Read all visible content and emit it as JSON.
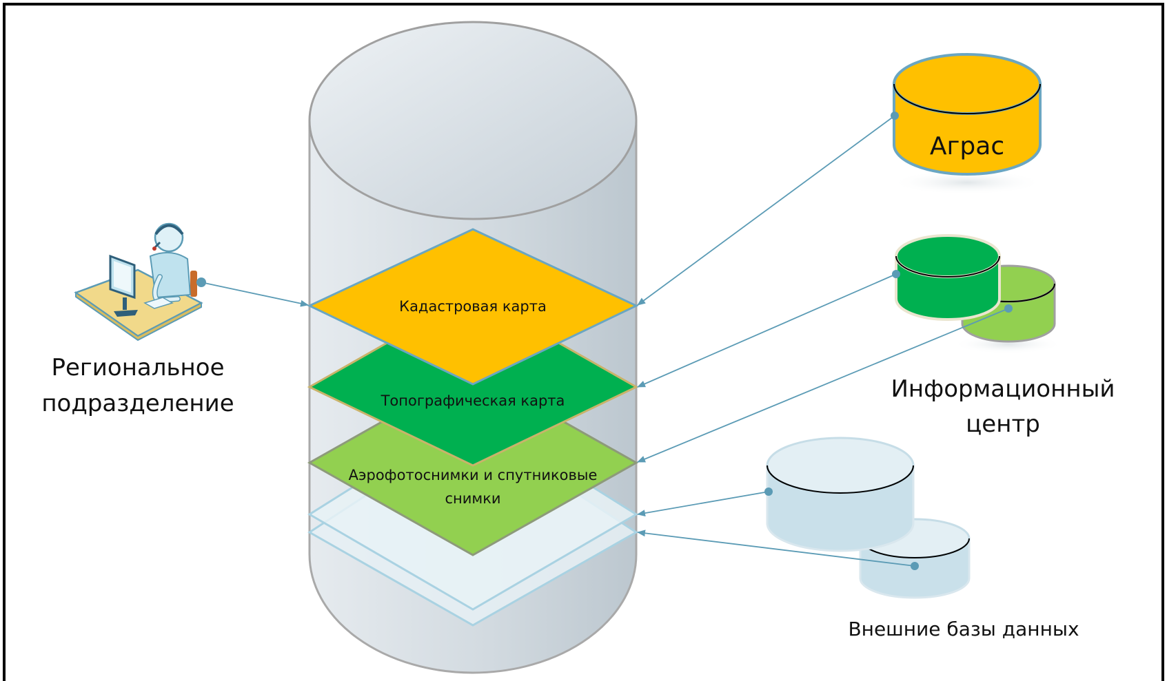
{
  "labels": {
    "regional_line1": "Региональное",
    "regional_line2": "подразделение",
    "cadastral": "Кадастровая карта",
    "topographic": "Топографическая карта",
    "aerial_line1": "Аэрофотоснимки и спутниковые",
    "aerial_line2": "снимки",
    "agras": "Аграс",
    "info_center_line1": "Информационный",
    "info_center_line2": "центр",
    "external_db": "Внешние базы данных"
  },
  "icons": {
    "operator": "operator-workstation-icon",
    "database": "database-cylinder-icon"
  },
  "colors": {
    "gold": "#FFC000",
    "dark_green": "#00B050",
    "light_green": "#92D050",
    "light_blue": "#C9E0EA",
    "connector": "#5B9BB5",
    "cylinder_gray": "#D3DBE1",
    "frame": "#000000"
  }
}
